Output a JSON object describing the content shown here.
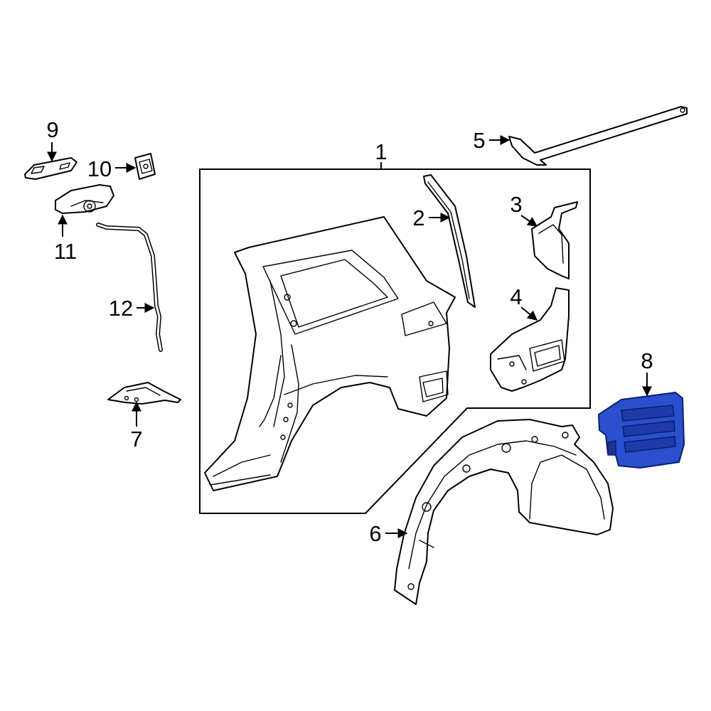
{
  "diagram": {
    "highlight_color": "#2a4fcf",
    "callouts": {
      "c1": "1",
      "c2": "2",
      "c3": "3",
      "c4": "4",
      "c5": "5",
      "c6": "6",
      "c7": "7",
      "c8": "8",
      "c9": "9",
      "c10": "10",
      "c11": "11",
      "c12": "12"
    }
  }
}
